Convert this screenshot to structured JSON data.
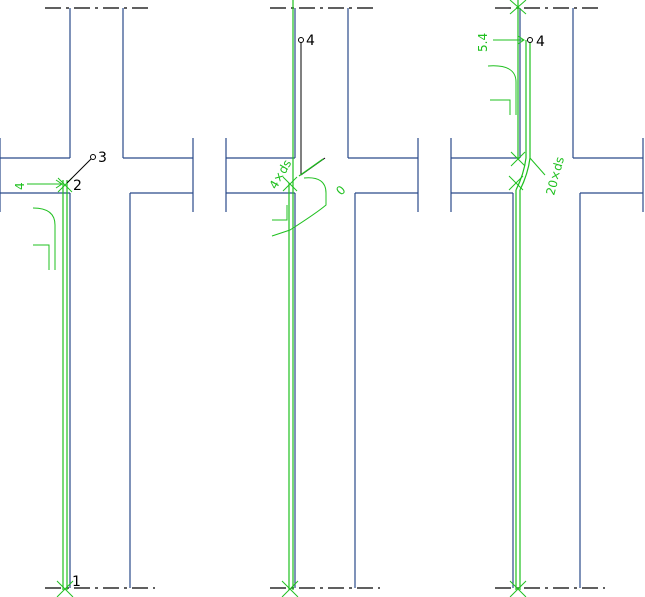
{
  "panels": [
    {
      "points": [
        "1",
        "2",
        "3"
      ],
      "dim_label": "4"
    },
    {
      "points": [
        "4"
      ],
      "dim_label": "4×ds",
      "symbol_label": "0"
    },
    {
      "points": [
        "4"
      ],
      "dim_label": "5.4",
      "dim_label_2": "20×ds"
    }
  ],
  "colors": {
    "walls": "#2a4a8a",
    "rebar": "#1fc01f",
    "annotation": "#000000"
  }
}
